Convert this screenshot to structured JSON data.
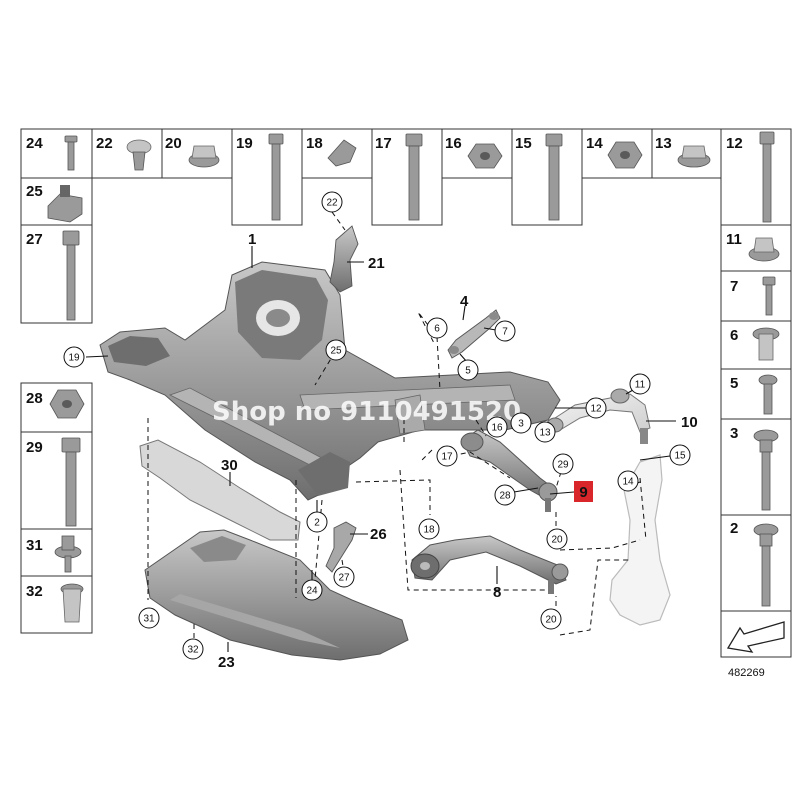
{
  "reference_number": "482269",
  "watermark": "Shop no 9110491520",
  "highlight_color": "#d9262b",
  "highlighted_part": "9",
  "hardware_boxes": [
    {
      "key": "24",
      "label": "24"
    },
    {
      "key": "22",
      "label": "22"
    },
    {
      "key": "20",
      "label": "20"
    },
    {
      "key": "19",
      "label": "19"
    },
    {
      "key": "18",
      "label": "18"
    },
    {
      "key": "17",
      "label": "17"
    },
    {
      "key": "16",
      "label": "16"
    },
    {
      "key": "15",
      "label": "15"
    },
    {
      "key": "14",
      "label": "14"
    },
    {
      "key": "13",
      "label": "13"
    },
    {
      "key": "12",
      "label": "12"
    },
    {
      "key": "25",
      "label": "25"
    },
    {
      "key": "27",
      "label": "27"
    },
    {
      "key": "11",
      "label": "11"
    },
    {
      "key": "7",
      "label": "7"
    },
    {
      "key": "6",
      "label": "6"
    },
    {
      "key": "5",
      "label": "5"
    },
    {
      "key": "28",
      "label": "28"
    },
    {
      "key": "29",
      "label": "29"
    },
    {
      "key": "3",
      "label": "3"
    },
    {
      "key": "31",
      "label": "31"
    },
    {
      "key": "32",
      "label": "32"
    },
    {
      "key": "2",
      "label": "2"
    }
  ],
  "diagram_labels": [
    {
      "id": "c22",
      "text": "22",
      "circled": true
    },
    {
      "id": "l21",
      "text": "21",
      "circled": false
    },
    {
      "id": "l1",
      "text": "1",
      "circled": false
    },
    {
      "id": "c19",
      "text": "19",
      "circled": true
    },
    {
      "id": "c25",
      "text": "25",
      "circled": true
    },
    {
      "id": "l4",
      "text": "4",
      "circled": false
    },
    {
      "id": "c6",
      "text": "6",
      "circled": true
    },
    {
      "id": "c7",
      "text": "7",
      "circled": true
    },
    {
      "id": "c5",
      "text": "5",
      "circled": true
    },
    {
      "id": "c11",
      "text": "11",
      "circled": true
    },
    {
      "id": "c12",
      "text": "12",
      "circled": true
    },
    {
      "id": "l10",
      "text": "10",
      "circled": false
    },
    {
      "id": "c13",
      "text": "13",
      "circled": true
    },
    {
      "id": "c16",
      "text": "16",
      "circled": true
    },
    {
      "id": "c3",
      "text": "3",
      "circled": true
    },
    {
      "id": "c17",
      "text": "17",
      "circled": true
    },
    {
      "id": "c15",
      "text": "15",
      "circled": true
    },
    {
      "id": "c14",
      "text": "14",
      "circled": true
    },
    {
      "id": "c29",
      "text": "29",
      "circled": true
    },
    {
      "id": "c28",
      "text": "28",
      "circled": true
    },
    {
      "id": "l9",
      "text": "9",
      "circled": false
    },
    {
      "id": "l30",
      "text": "30",
      "circled": false
    },
    {
      "id": "c2",
      "text": "2",
      "circled": true
    },
    {
      "id": "l26",
      "text": "26",
      "circled": false
    },
    {
      "id": "c18",
      "text": "18",
      "circled": true
    },
    {
      "id": "c20a",
      "text": "20",
      "circled": true
    },
    {
      "id": "c24",
      "text": "24",
      "circled": true
    },
    {
      "id": "c27",
      "text": "27",
      "circled": true
    },
    {
      "id": "l8",
      "text": "8",
      "circled": false
    },
    {
      "id": "c31",
      "text": "31",
      "circled": true
    },
    {
      "id": "c32",
      "text": "32",
      "circled": true
    },
    {
      "id": "l23",
      "text": "23",
      "circled": false
    },
    {
      "id": "c20b",
      "text": "20",
      "circled": true
    }
  ]
}
